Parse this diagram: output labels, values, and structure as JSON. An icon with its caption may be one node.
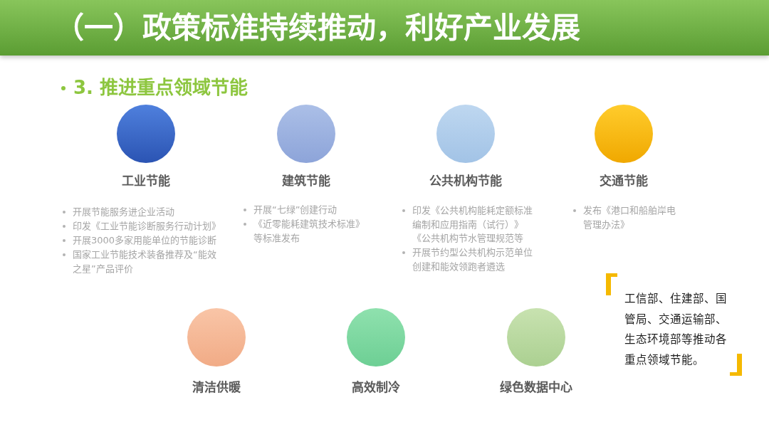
{
  "diagram": {
    "title": "（一）政策标准持续推动，利好产业发展",
    "nodes": [
      {
        "text": [
          "工业节能"
        ],
        "beside": [
          "开展节能服务进企业活动",
          "印发《工业节能诊断服务行动计划》",
          "开展3000多家用能单位的节能诊断",
          "国家工业节能技术装备推荐及“能效之星”产品评价"
        ]
      },
      {
        "text": [
          "建筑节能"
        ],
        "beside": [
          "开展“七绿”创建行动",
          "《近零能耗建筑技术标准》等标准发布"
        ]
      },
      {
        "text": [
          "公共机构节能"
        ],
        "beside": [
          "印发《公共机构能耗定额标准编制和应用指南（试行）》《公共机构节水管理规范等",
          "开展节约型公共机构示范单位创建和能效领跑者遴选"
        ]
      },
      {
        "text": [
          "交通节能"
        ]
      },
      {
        "text": [
          "清洁供暖"
        ]
      },
      {
        "text": [
          "高效制冷"
        ]
      },
      {
        "text": [
          "绿色数据中心"
        ]
      }
    ],
    "labels": [
      "3. 推进重点领域节能",
      "发布《港口和船舶岸电管理办法》",
      "工信部、住建部、国管局、交通运输部、生态环境部等推动各重点领域节能。"
    ]
  }
}
